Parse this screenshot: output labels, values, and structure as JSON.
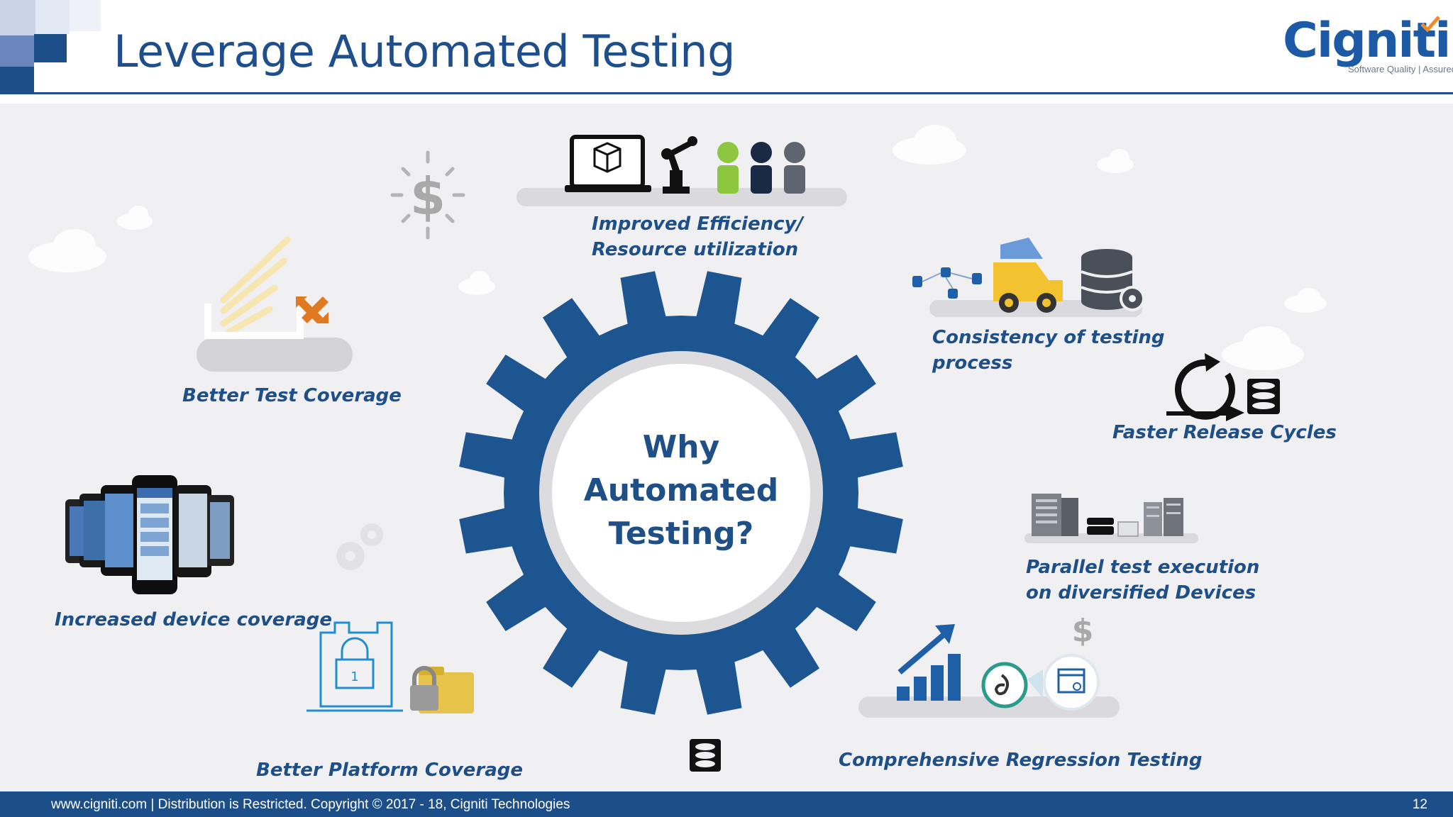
{
  "slide": {
    "title": "Leverage Automated Testing",
    "page_number": "12"
  },
  "logo": {
    "text": "Cigniti",
    "tagline": "Software Quality | Assured",
    "brand_color": "#1c5aa6",
    "accent_color": "#f08a24"
  },
  "center": {
    "line1": "Why",
    "line2": "Automated",
    "line3": "Testing?",
    "gear_color": "#1c5590"
  },
  "benefits": {
    "efficiency": {
      "line1": "Improved Efficiency/",
      "line2": "Resource utilization",
      "icon": "laptop-robot-people-icon"
    },
    "consistency": {
      "line1": "Consistency of testing",
      "line2": "process",
      "icon": "truck-database-icon"
    },
    "release": {
      "line1": "Faster Release Cycles",
      "icon": "cycle-arrow-icon"
    },
    "parallel": {
      "line1": "Parallel test execution",
      "line2": "on diversified Devices",
      "icon": "servers-devices-icon"
    },
    "regression": {
      "line1": "Comprehensive Regression Testing",
      "icon": "growth-chart-icon"
    },
    "platform": {
      "line1": "Better Platform Coverage",
      "icon": "lock-folder-icon"
    },
    "device": {
      "line1": "Increased device coverage",
      "icon": "phones-icon"
    },
    "test_coverage": {
      "line1": "Better Test Coverage",
      "icon": "inbox-arrows-icon"
    }
  },
  "footer": {
    "text": "www.cigniti.com  |  Distribution is Restricted. Copyright © 2017 - 18, Cigniti Technologies"
  },
  "colors": {
    "primary": "#1e4f86",
    "background": "#f0eff2",
    "footer": "#1c4f8a"
  }
}
